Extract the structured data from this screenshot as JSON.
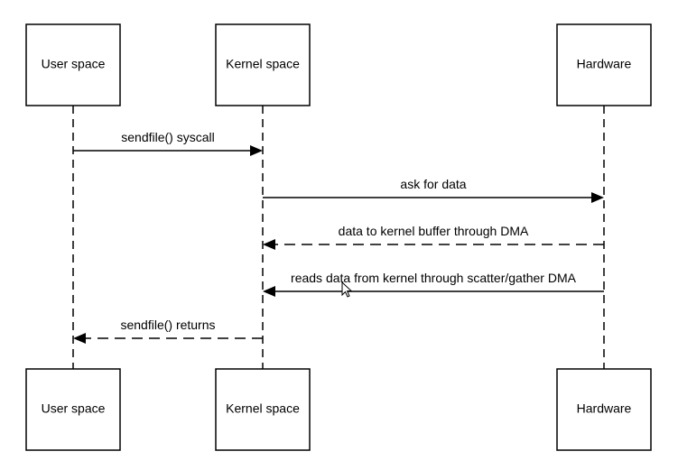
{
  "participants": [
    {
      "id": "user",
      "label": "User space"
    },
    {
      "id": "kernel",
      "label": "Kernel space"
    },
    {
      "id": "hardware",
      "label": "Hardware"
    }
  ],
  "messages": [
    {
      "from": "user",
      "to": "kernel",
      "label": "sendfile() syscall",
      "style": "solid"
    },
    {
      "from": "kernel",
      "to": "hardware",
      "label": "ask for data",
      "style": "solid"
    },
    {
      "from": "hardware",
      "to": "kernel",
      "label": "data to kernel buffer through DMA",
      "style": "dashed"
    },
    {
      "from": "hardware",
      "to": "kernel",
      "label": "reads data from kernel through scatter/gather DMA",
      "style": "solid"
    },
    {
      "from": "kernel",
      "to": "user",
      "label": "sendfile() returns",
      "style": "dashed"
    }
  ]
}
